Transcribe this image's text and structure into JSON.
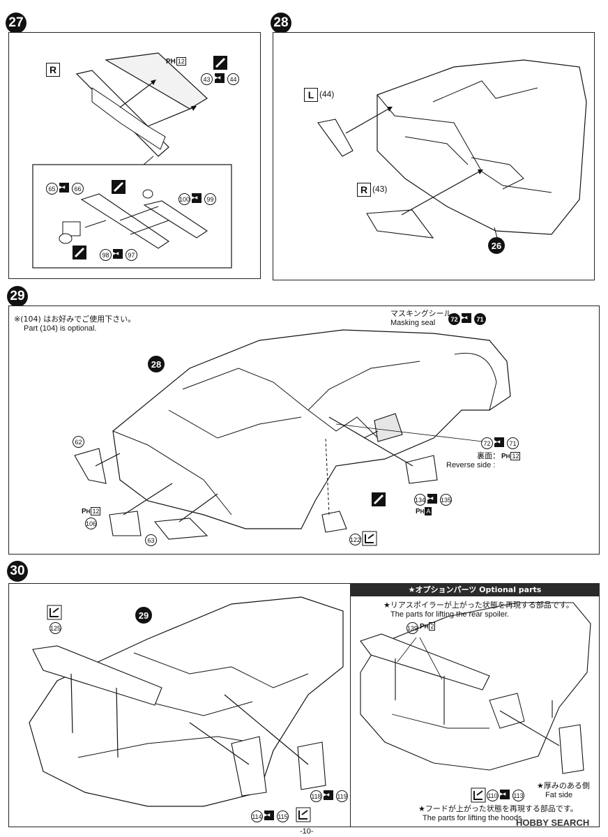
{
  "steps": {
    "s27": {
      "number": "27",
      "side_label": "R",
      "parts": [
        "43",
        "44",
        "65",
        "66",
        "100",
        "99",
        "98",
        "97"
      ],
      "ph_label": "PH",
      "ph_num": "12"
    },
    "s28": {
      "number": "28",
      "left_label": "L",
      "left_part": "(44)",
      "right_label": "R",
      "right_part": "(43)",
      "ref_step": "26"
    },
    "s29": {
      "number": "29",
      "note_jp": "※(104) はお好みでご使用下さい。",
      "note_en": "Part (104) is optional.",
      "mask_jp": "マスキングシール",
      "mask_en": "Masking seal",
      "ref_step": "28",
      "reverse_jp": "裏面：",
      "reverse_en": "Reverse side :",
      "parts": [
        "72",
        "71",
        "62",
        "106",
        "63",
        "134",
        "135",
        "122"
      ],
      "ph_a": "A",
      "ph_num": "12"
    },
    "s30": {
      "number": "30",
      "ref_step": "29",
      "parts": [
        "125",
        "118",
        "119",
        "114",
        "115"
      ],
      "optional_title": "★オプションパーツ Optional parts",
      "spoiler_jp": "★リアスポイラーが上がった状態を再現する部品です。",
      "spoiler_en": "The parts for lifting the rear spoiler.",
      "opt_parts": [
        "139",
        "110",
        "113"
      ],
      "ph_num": "2",
      "fat_jp": "★厚みのある側",
      "fat_en": "Fat side",
      "hood_jp": "★フードが上がった状態を再現する部品です。",
      "hood_en": "The parts for lifting the hoods."
    }
  },
  "footer": {
    "page": "-10-",
    "watermark": "HOBBY SEARCH"
  }
}
